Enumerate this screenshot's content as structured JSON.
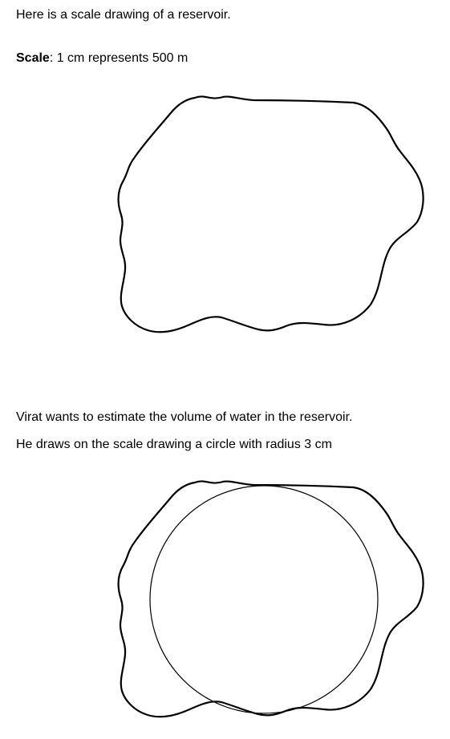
{
  "intro_text": "Here is a scale drawing of a reservoir.",
  "scale": {
    "label": "Scale",
    "text": ": 1 cm represents 500 m"
  },
  "question_line_1": "Virat wants to estimate the volume of water in the reservoir.",
  "question_line_2": "He draws on the scale drawing a circle with radius 3 cm",
  "colors": {
    "text": "#000000",
    "stroke": "#000000",
    "background": "#ffffff"
  }
}
